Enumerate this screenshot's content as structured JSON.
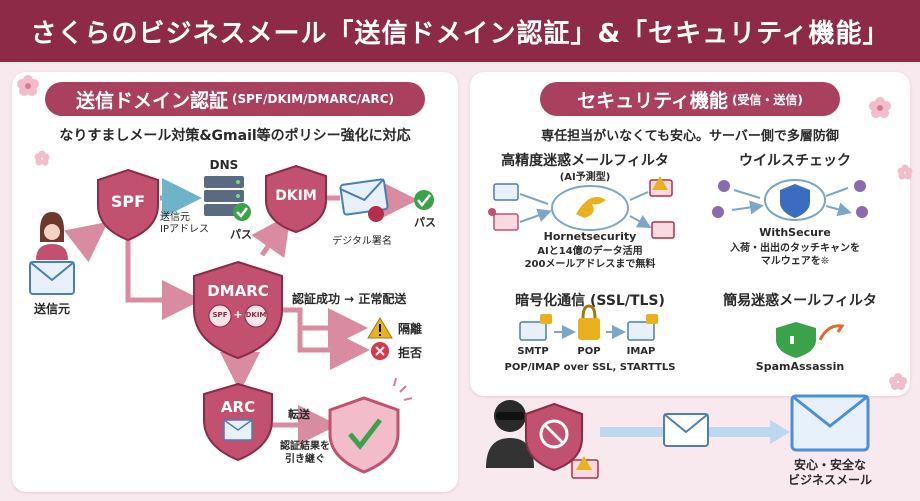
{
  "header": {
    "title": "さくらのビジネスメール「送信ドメイン認証」&「セキュリティ機能」"
  },
  "left": {
    "title": "送信ドメイン認証",
    "subtitle": "(SPF/DKIM/DMARC/ARC)",
    "lead": "なりすましメール対策&Gmail等のポリシー強化に対応",
    "sender": "送信元",
    "spf": "SPF",
    "dns": "DNS",
    "spf_caption": "送信元\nIPアドレス",
    "pass": "パス",
    "dkim": "DKIM",
    "signature": "デジタル署名",
    "dmarc": "DMARC",
    "dmarc_spf": "SPF",
    "dmarc_plus": "+",
    "dmarc_dkim": "DKIM",
    "success": "認証成功 → 正常配送",
    "quarantine": "隔離",
    "reject": "拒否",
    "arc": "ARC",
    "forward": "転送",
    "inherit": "認証結果を\n引き継ぐ"
  },
  "right": {
    "title": "セキュリティ機能",
    "subtitle": "(受信・送信)",
    "lead": "専任担当がいなくても安心。サーバー側で多層防御",
    "filter_title": "高精度迷惑メールフィルタ",
    "filter_sub": "(AI予測型)",
    "hornet": "Hornetsecurity",
    "filter_desc": "AIと14億のデータ活用\n200メールアドレスまで無料",
    "virus_title": "ウイルスチェック",
    "withsecure": "WithSecure",
    "virus_desc": "入荷・出出のタッチキャンを\nマルウェアを❊",
    "ssl_title": "暗号化通信 (SSL/TLS)",
    "smtp": "SMTP",
    "pop": "POP",
    "imap": "IMAP",
    "ssl_desc": "POP/IMAP over SSL, STARTTLS",
    "simple_title": "簡易迷惑メールフィルタ",
    "spamassassin": "SpamAssassin"
  },
  "bottom": {
    "safe": "安心・安全な\nビジネスメール"
  },
  "colors": {
    "brand": "#8c2a48",
    "pill": "#a8405e",
    "shield": "#c2506f",
    "arrow": "#d98ba1",
    "pass": "#3aa34a",
    "danger": "#d9374b",
    "warn": "#e8b21f",
    "blue": "#4a90d9"
  }
}
